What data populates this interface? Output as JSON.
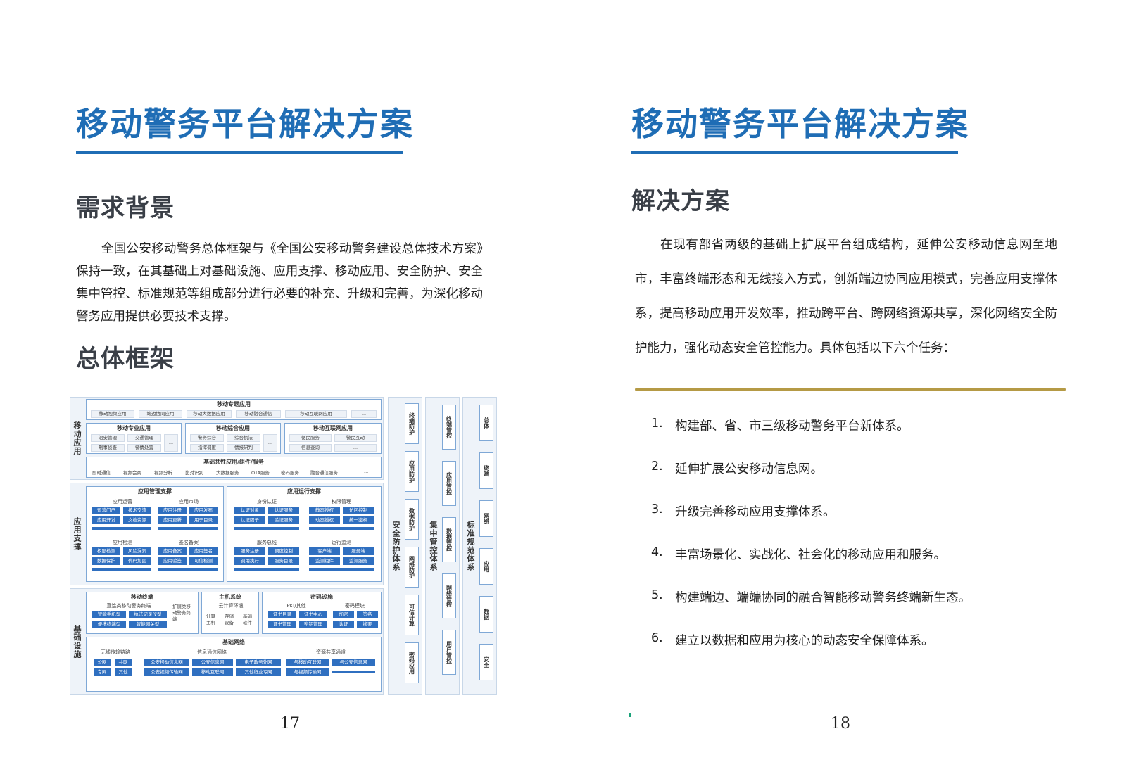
{
  "left_page": {
    "title": "移动警务平台解决方案",
    "section1_heading": "需求背景",
    "section1_text": "全国公安移动警务总体框架与《全国公安移动警务建设总体技术方案》保持一致，在其基础上对基础设施、应用支撑、移动应用、安全防护、安全集中管控、标准规范等组成部分进行必要的补充、升级和完善，为深化移动警务应用提供必要技术支撑。",
    "section2_heading": "总体框架",
    "page_number": "17"
  },
  "right_page": {
    "title": "移动警务平台解决方案",
    "section_heading": "解决方案",
    "intro_text": "在现有部省两级的基础上扩展平台组成结构，延伸公安移动信息网至地市，丰富终端形态和无线接入方式，创新端边协同应用模式，完善应用支撑体系，提高移动应用开发效率，推动跨平台、跨网络资源共享，深化网络安全防护能力，强化动态安全管控能力。具体包括以下六个任务：",
    "tasks": [
      {
        "num": "1.",
        "text": "构建部、省、市三级移动警务平台新体系。"
      },
      {
        "num": "2.",
        "text": "延伸扩展公安移动信息网。"
      },
      {
        "num": "3.",
        "text": "升级完善移动应用支撑体系。"
      },
      {
        "num": "4.",
        "text": "丰富场景化、实战化、社会化的移动应用和服务。"
      },
      {
        "num": "5.",
        "text": "构建端边、端端协同的融合智能移动警务终端新生态。"
      },
      {
        "num": "6.",
        "text": "建立以数据和应用为核心的动态安全保障体系。"
      }
    ],
    "page_number": "18"
  },
  "diagram": {
    "mobile_apps": {
      "label": "移动应用",
      "topic": {
        "title": "移动专题应用",
        "items": [
          "移动视频应用",
          "端边协同应用",
          "移动大数据应用",
          "移动融合通信",
          "移动互联网应用",
          "..."
        ]
      },
      "professional": {
        "title": "移动专业应用",
        "items": [
          "治安管理",
          "交通管理",
          "刑事侦查",
          "警情处置",
          "..."
        ]
      },
      "comprehensive": {
        "title": "移动综合应用",
        "items": [
          "警务综合",
          "综合执法",
          "指挥调度",
          "情报研判",
          "..."
        ]
      },
      "internet": {
        "title": "移动互联网应用",
        "items": [
          "便民服务",
          "警民互动",
          "信息查询",
          "..."
        ]
      },
      "common": {
        "title": "基础共性应用/组件/服务",
        "items": [
          "即时通信",
          "视频会商",
          "视频分析",
          "比对识别",
          "大数据服务",
          "OTA服务",
          "密码服务",
          "融合通信服务",
          "..."
        ]
      }
    },
    "app_support": {
      "label": "应用支撑",
      "mgmt": {
        "title": "应用管理支撑",
        "ops": {
          "title": "应用运营",
          "items": [
            "运营门户",
            "技术交流",
            "应用开发",
            "文档资源"
          ]
        },
        "market": {
          "title": "应用市场",
          "items": [
            "应用注册",
            "应用发布",
            "应用更新",
            "用于目录"
          ]
        },
        "detect": {
          "title": "应用检测",
          "items": [
            "权限检测",
            "风险漏洞",
            "数据保护",
            "代码加固"
          ]
        },
        "sign": {
          "title": "签名备案",
          "items": [
            "应用备案",
            "应用签名",
            "应用验签",
            "可信检测"
          ]
        }
      },
      "run": {
        "title": "应用运行支撑",
        "auth": {
          "title": "身份认证",
          "items": [
            "认证对象",
            "认证服务",
            "认证因子",
            "验证服务"
          ]
        },
        "perm": {
          "title": "权限管理",
          "items": [
            "静态授权",
            "访问控制",
            "动态授权",
            "统一鉴权"
          ]
        },
        "bus": {
          "title": "服务总线",
          "items": [
            "服务注册",
            "调度控制",
            "调用执行",
            "服务目录"
          ]
        },
        "monitor": {
          "title": "运行监测",
          "items": [
            "客户端",
            "服务端",
            "监测组件",
            "监测服务"
          ]
        }
      }
    },
    "infra": {
      "label": "基础设施",
      "terminal": {
        "title": "移动终端",
        "subtitle": "直连类移动警务终端",
        "items": [
          "智能手机型",
          "执法记录仪型",
          "便携终端型",
          "智能网关型"
        ],
        "side": "扩展类移动警务终端"
      },
      "host": {
        "title": "主机系统",
        "subtitle": "云计算环境",
        "items": [
          "计算主机",
          "存储设备",
          "基础软件"
        ]
      },
      "crypto": {
        "title": "密码设施",
        "pki": "PKI/其他",
        "pki_items": [
          "证书目录",
          "证书中心",
          "证书管理",
          "密钥管理"
        ],
        "module": "密码模块",
        "module_items": [
          "加密",
          "签名",
          "认证",
          "摘要"
        ]
      },
      "network": {
        "title": "基础网络",
        "wireless": {
          "title": "无线传输链路",
          "items": [
            "公网",
            "共网",
            "专网",
            "其他"
          ]
        },
        "info": {
          "title": "信息通信网络",
          "items": [
            "公安移动信息网",
            "公安信息网",
            "电子政务外网",
            "公安视频传输网",
            "移动互联网",
            "其他行业专网"
          ]
        },
        "share": {
          "title": "资源共享通道",
          "items": [
            "与移动互联网",
            "与公安信息网",
            "与视频传输网"
          ]
        }
      }
    },
    "security": {
      "title": "安全防护体系",
      "items": [
        "终端防护",
        "应用防护",
        "数据防护",
        "网络防护",
        "可信计算",
        "密码应用"
      ]
    },
    "control": {
      "title": "集中管控体系",
      "items": [
        "终端管控",
        "应用管控",
        "数据管控",
        "网络管控",
        "用户管控"
      ]
    },
    "standard": {
      "title": "标准规范体系",
      "items": [
        "总体",
        "终端",
        "网络",
        "应用",
        "数据",
        "安全"
      ]
    }
  }
}
